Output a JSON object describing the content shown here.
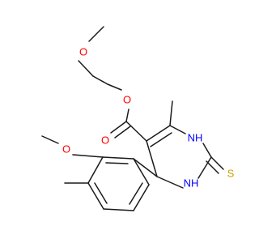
{
  "molecule": {
    "atoms": {
      "ether_o": {
        "symbol": "O",
        "color": "#ff0000"
      },
      "ester_o_single": {
        "symbol": "O",
        "color": "#ff0000"
      },
      "ester_o_double": {
        "symbol": "O",
        "color": "#ff0000"
      },
      "nh_top": {
        "symbol": "NH",
        "color": "#0000ff"
      },
      "nh_bottom": {
        "symbol": "NH",
        "color": "#0000ff"
      },
      "thione_s": {
        "symbol": "S",
        "color": "#c8a000"
      },
      "methoxy_o": {
        "symbol": "O",
        "color": "#ff0000"
      }
    },
    "bond_color": "#1a1a1a"
  }
}
